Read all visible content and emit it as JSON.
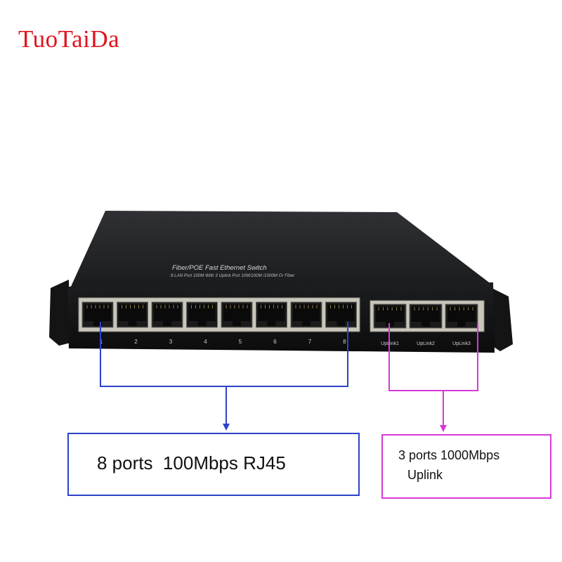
{
  "brand": {
    "text": "TuoTaiDa",
    "color": "#e0141e"
  },
  "device": {
    "title": "Fiber/POE Fast Ethernet Switch",
    "subtitle": "8 LAN Port 100M With 3 Uplink Port 10M/100M /1000M Or Fiber",
    "lan_port_labels": [
      "1",
      "2",
      "3",
      "4",
      "5",
      "6",
      "7",
      "8"
    ],
    "uplink_port_labels": [
      "UpLink1",
      "UpLink2",
      "UpLink3"
    ]
  },
  "callouts": {
    "lan": {
      "text": "8 ports  100Mbps RJ45",
      "color": "#2c43c9"
    },
    "uplink": {
      "line1": "3 ports 1000Mbps",
      "line2": " Uplink",
      "color": "#d63ad6"
    }
  }
}
